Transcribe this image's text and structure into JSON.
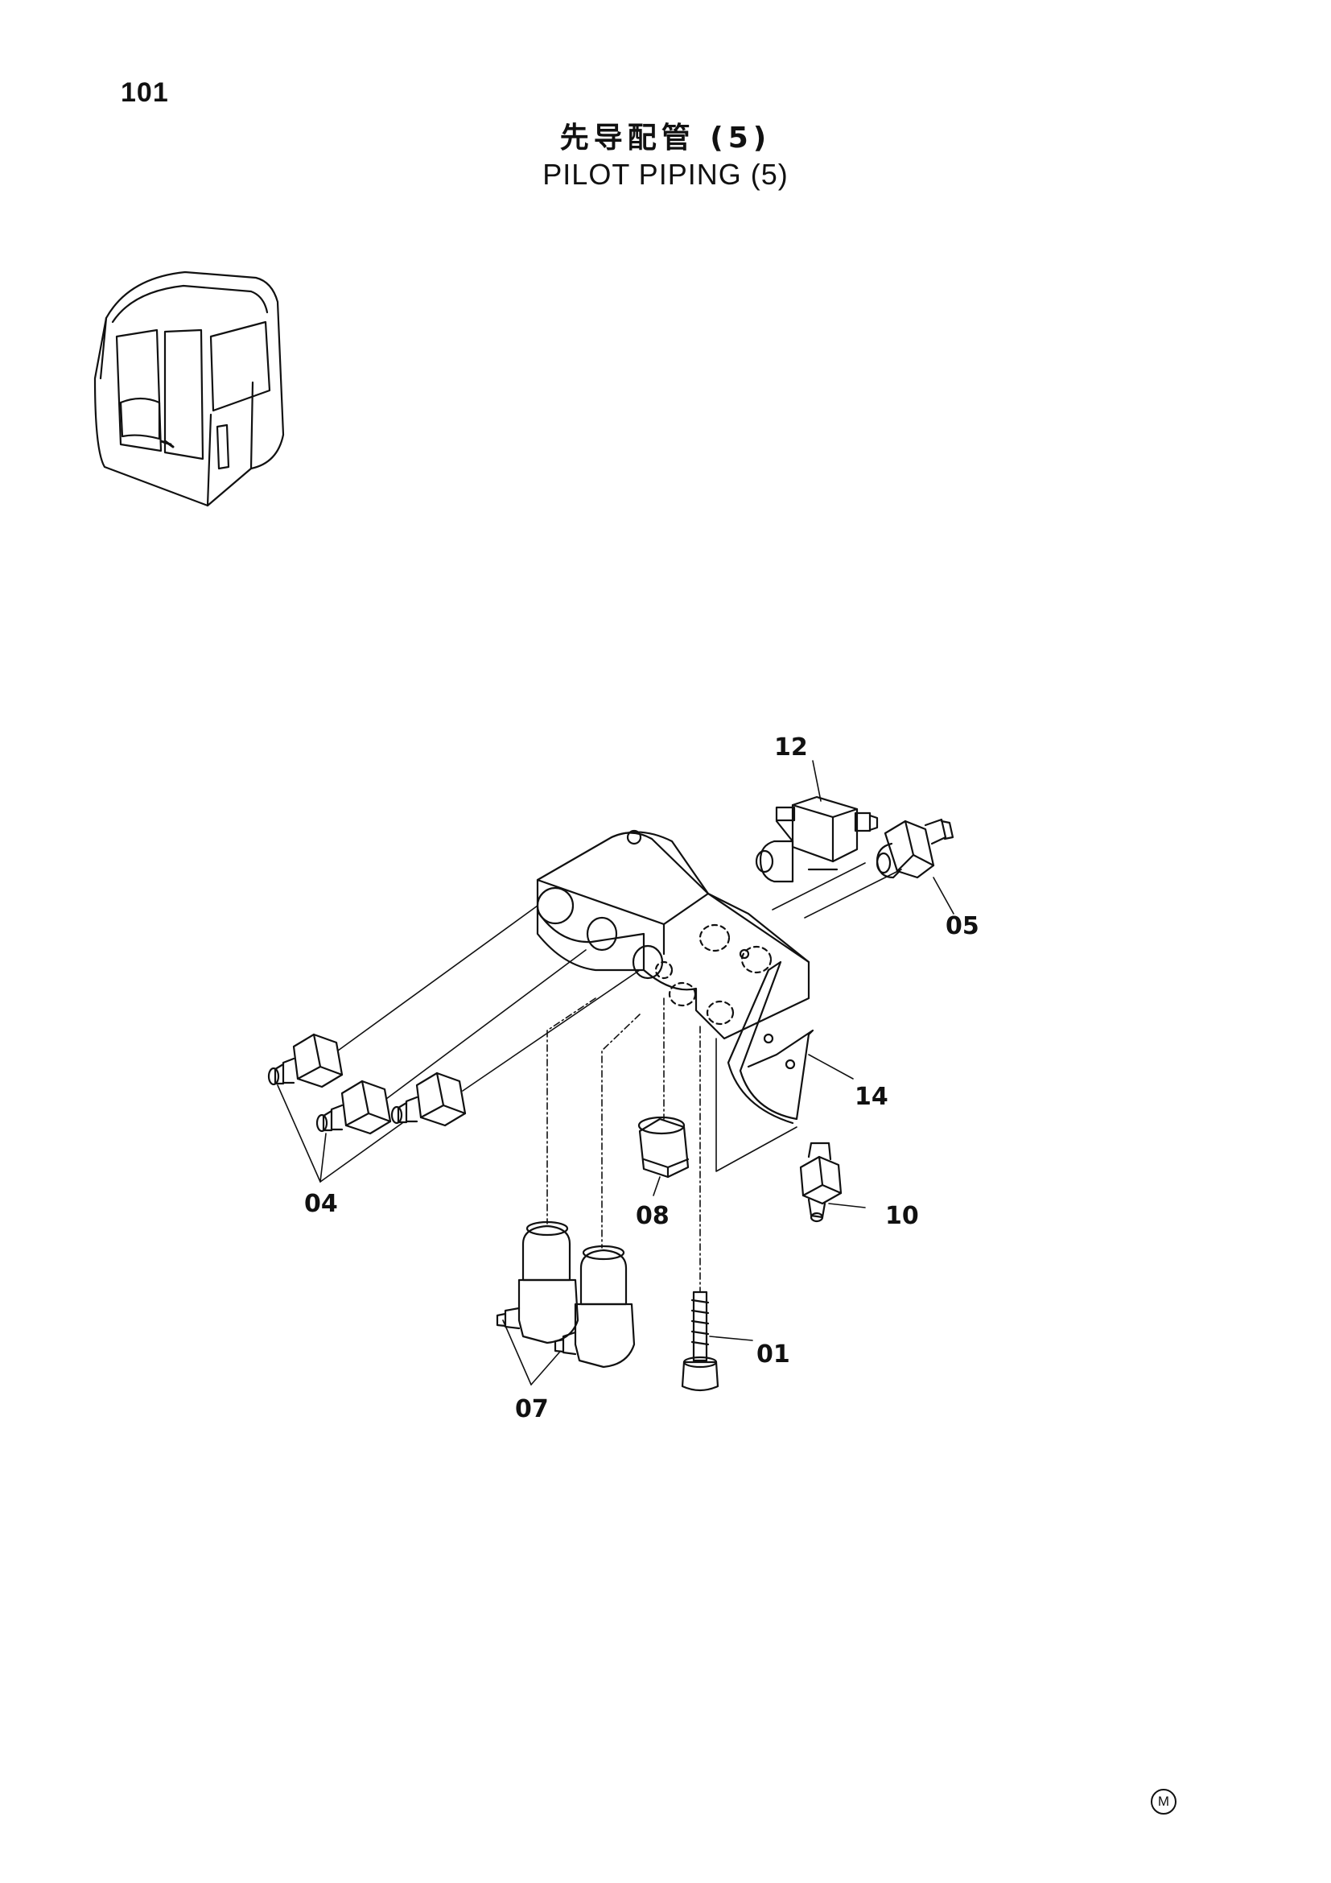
{
  "page": {
    "number": "101",
    "title_jp": "先导配管 (5)",
    "title_en": "PILOT PIPING (5)",
    "mark": "M"
  },
  "callouts": {
    "c12": "12",
    "c05": "05",
    "c14": "14",
    "c04": "04",
    "c08": "08",
    "c10": "10",
    "c01": "01",
    "c07": "07"
  }
}
